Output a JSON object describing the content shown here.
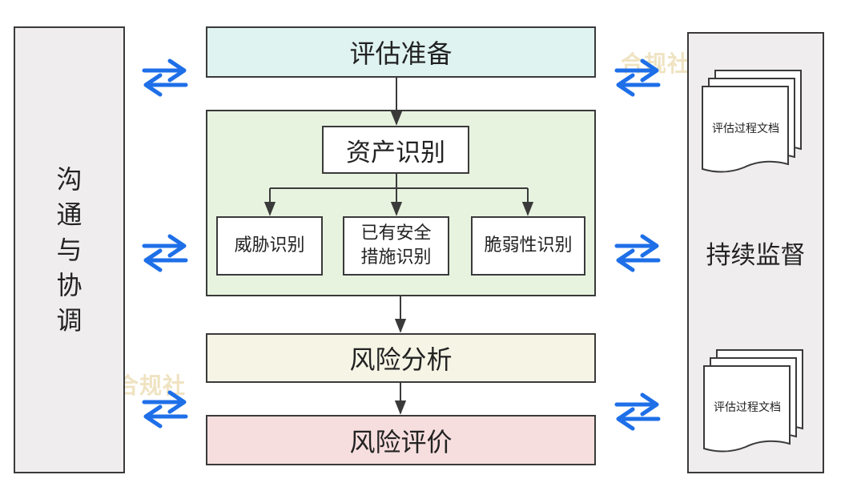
{
  "left_panel": {
    "label": "沟通与协调"
  },
  "right_panel": {
    "label": "持续监督"
  },
  "stages": {
    "prepare": "评估准备",
    "asset": "资产识别",
    "threat": "威胁识别",
    "measures": "已有安全措施识别",
    "vuln": "脆弱性识别",
    "analysis": "风险分析",
    "evaluation": "风险评价"
  },
  "documents": [
    "评估过程文档",
    "评估过程文档"
  ],
  "watermark": "合规社",
  "colors": {
    "prepare_fill": "#dff3f1",
    "identify_fill": "#e7f3df",
    "analysis_fill": "#f6f4e5",
    "evaluation_fill": "#f7dede",
    "side_fill": "#efedee",
    "arrow_blue": "#1e6fe8"
  }
}
